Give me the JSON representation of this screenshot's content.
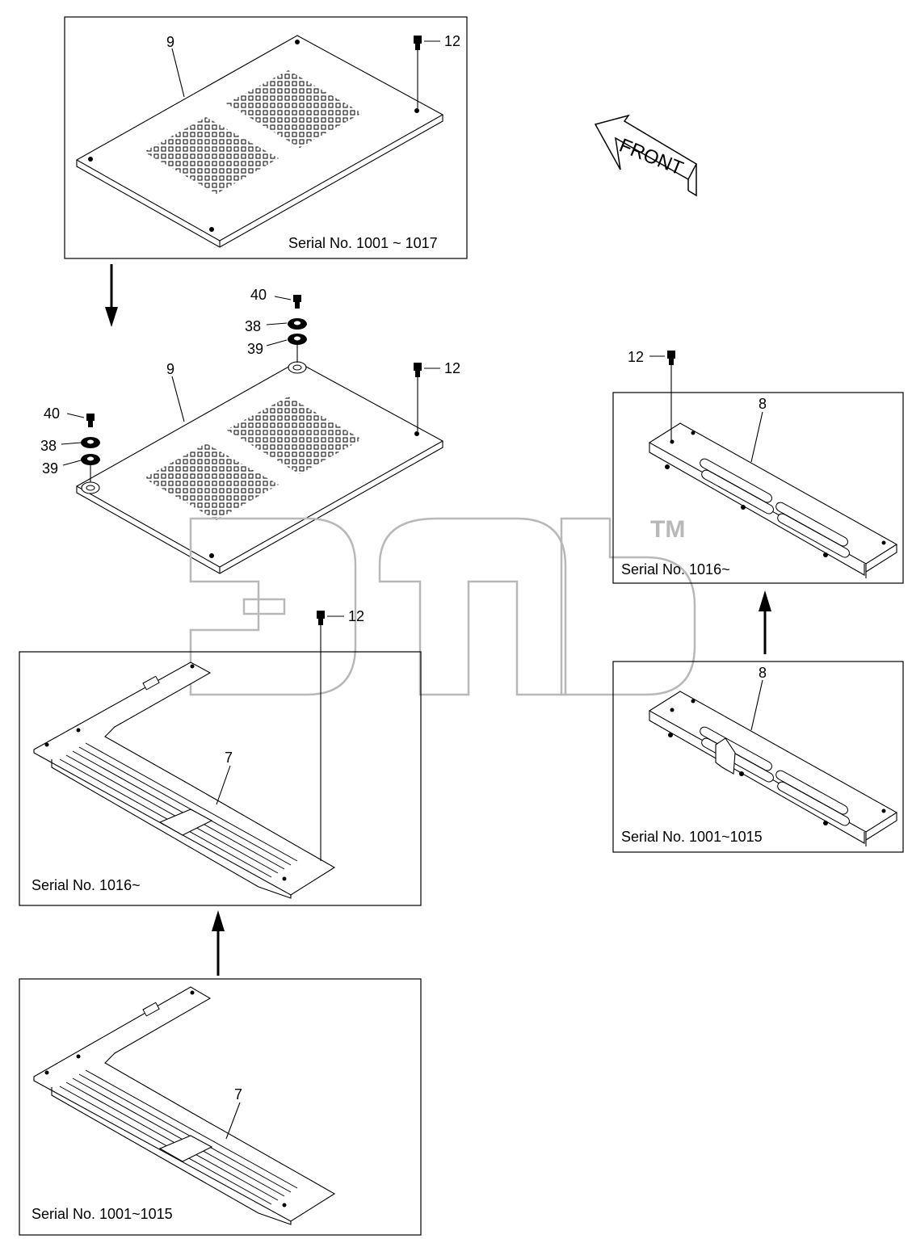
{
  "labels": {
    "top_panel": {
      "part": "9",
      "bolt": "12"
    },
    "front": "FRONT",
    "mid_panel": {
      "part": "9",
      "bolt": "12",
      "bolt_r": "40",
      "washer_r1": "38",
      "washer_r2": "39",
      "bolt_l": "40",
      "washer_l1": "38",
      "washer_l2": "39"
    },
    "right_top": {
      "part": "8",
      "bolt": "12"
    },
    "right_bottom": {
      "part": "8"
    },
    "left_mid": {
      "part": "7",
      "bolt": "12"
    },
    "left_bottom": {
      "part": "7"
    }
  },
  "serials": {
    "top_panel": "Serial No. 1001 ~ 1017",
    "right_top": "Serial No. 1016~",
    "right_bottom": "Serial No. 1001~1015",
    "left_mid": "Serial No. 1016~",
    "left_bottom": "Serial No. 1001~1015"
  },
  "watermark": {
    "tm": "TM"
  }
}
